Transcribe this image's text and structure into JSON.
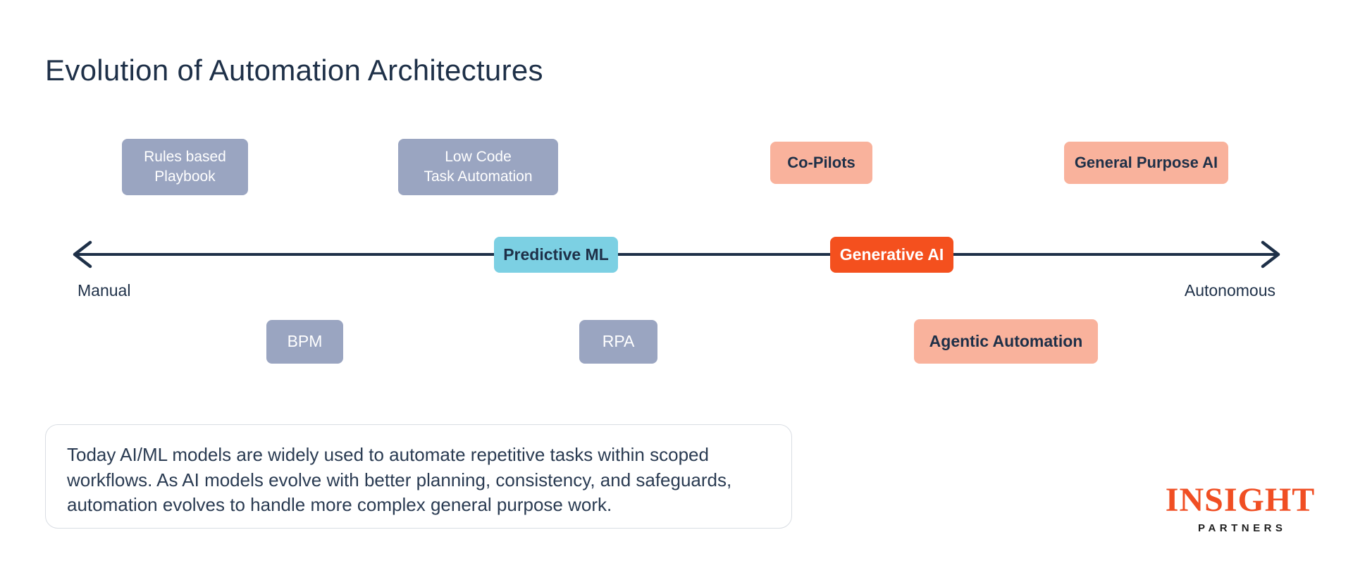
{
  "title": "Evolution of Automation Architectures",
  "colors": {
    "navy": "#1E3048",
    "slate": "#9AA5C1",
    "peach": "#F9B29C",
    "cyan": "#7CD0E3",
    "orange": "#F4501E",
    "logo-orange": "#F04E23",
    "note-border": "#D9DDE3",
    "note-text": "#2A3B52"
  },
  "timeline": {
    "left_label": "Manual",
    "right_label": "Autonomous"
  },
  "nodes": {
    "rules_based": {
      "label": "Rules based\nPlaybook"
    },
    "low_code": {
      "label": "Low Code\nTask Automation"
    },
    "co_pilots": {
      "label": "Co-Pilots"
    },
    "general_purpose_ai": {
      "label": "General Purpose AI"
    },
    "predictive_ml": {
      "label": "Predictive ML"
    },
    "generative_ai": {
      "label": "Generative AI"
    },
    "bpm": {
      "label": "BPM"
    },
    "rpa": {
      "label": "RPA"
    },
    "agentic_automation": {
      "label": "Agentic Automation"
    }
  },
  "note": "Today AI/ML models are widely used to automate repetitive tasks within scoped workflows. As AI models evolve with better planning, consistency, and safeguards, automation evolves to handle more complex general purpose work.",
  "logo": {
    "name": "INSIGHT",
    "sub": "PARTNERS"
  }
}
